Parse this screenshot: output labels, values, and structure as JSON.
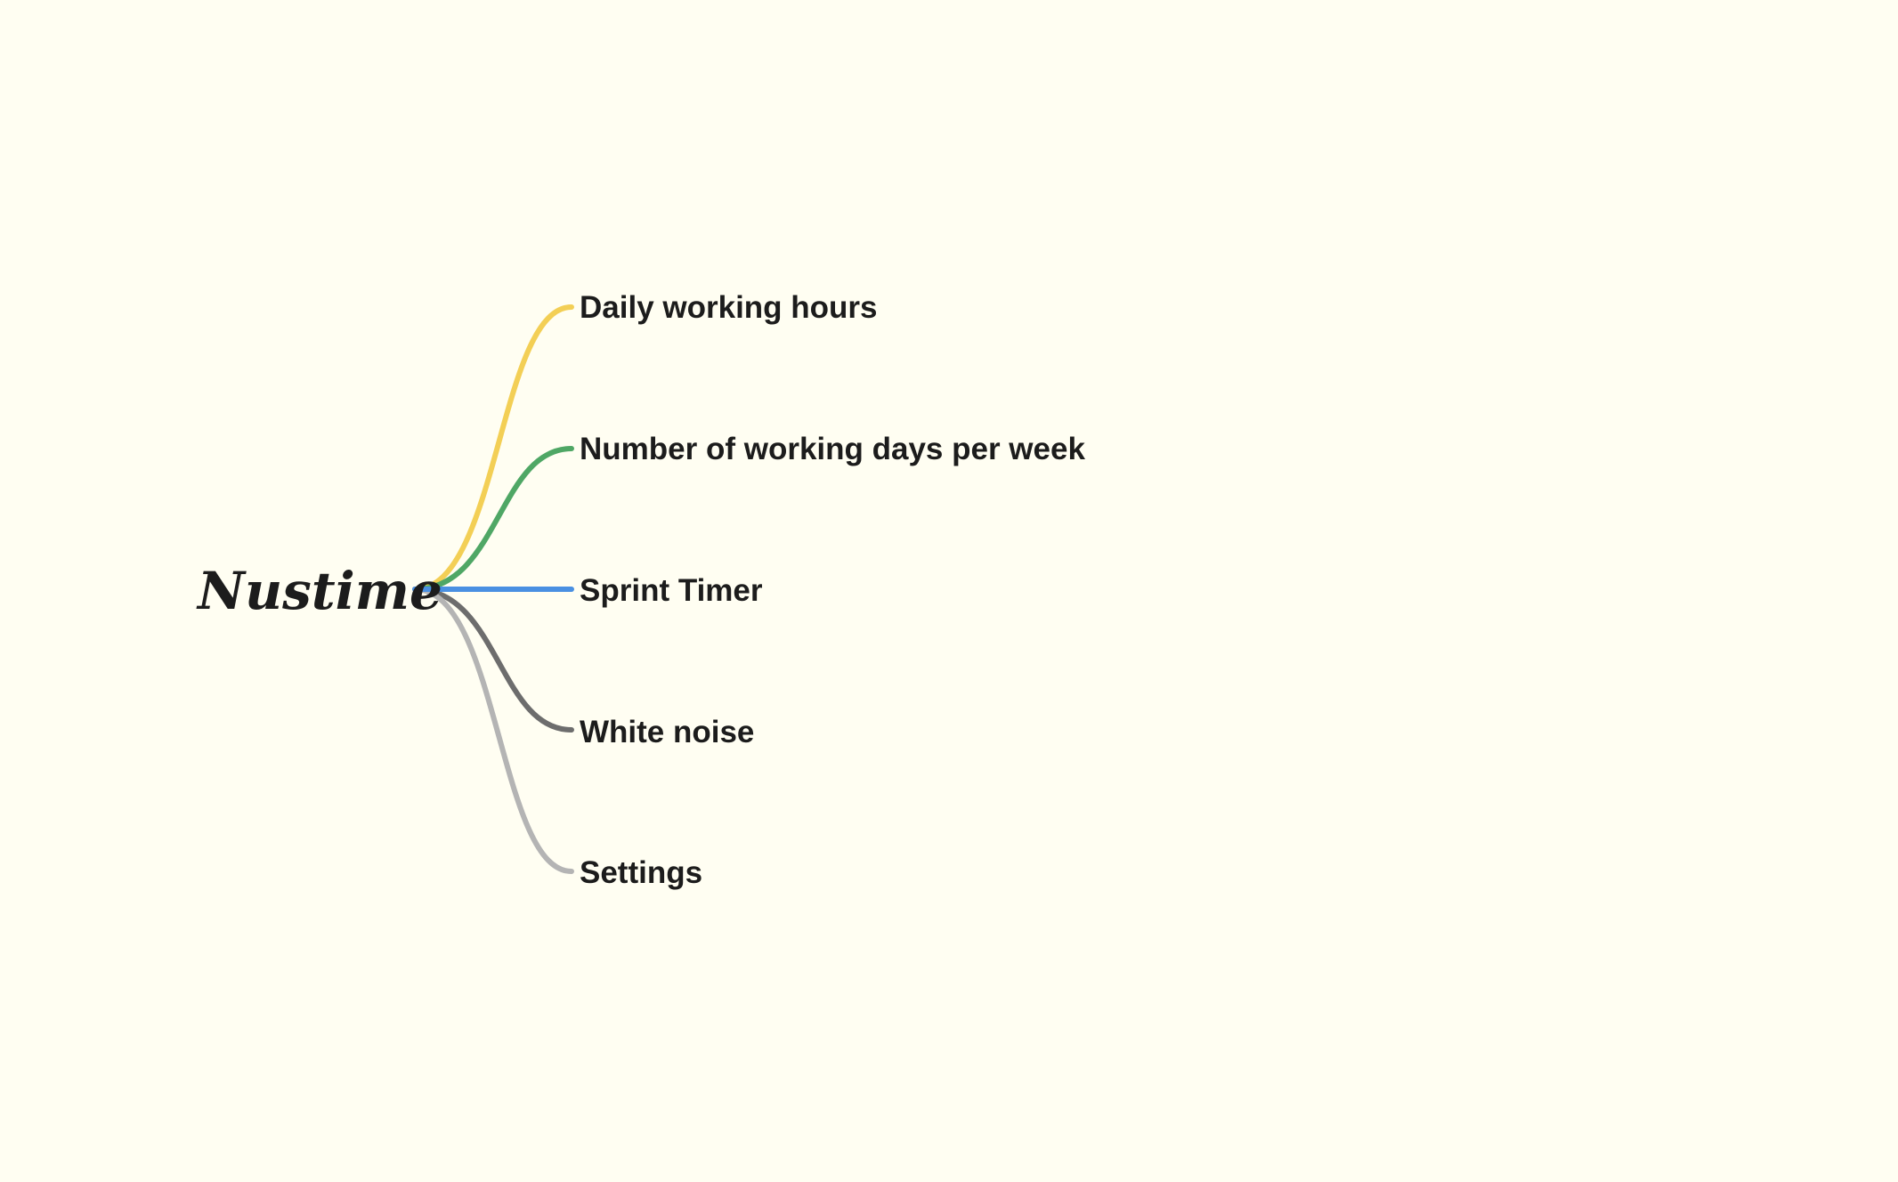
{
  "background_color": "#fffef2",
  "root": {
    "label": "Nustime"
  },
  "branches": [
    {
      "label": "Daily working hours",
      "color": "#f3cf55"
    },
    {
      "label": "Number of working days per week",
      "color": "#4fa765"
    },
    {
      "label": "Sprint Timer",
      "color": "#4a90e2"
    },
    {
      "label": "White noise",
      "color": "#6d6d6d"
    },
    {
      "label": "Settings",
      "color": "#b4b4b4"
    }
  ]
}
